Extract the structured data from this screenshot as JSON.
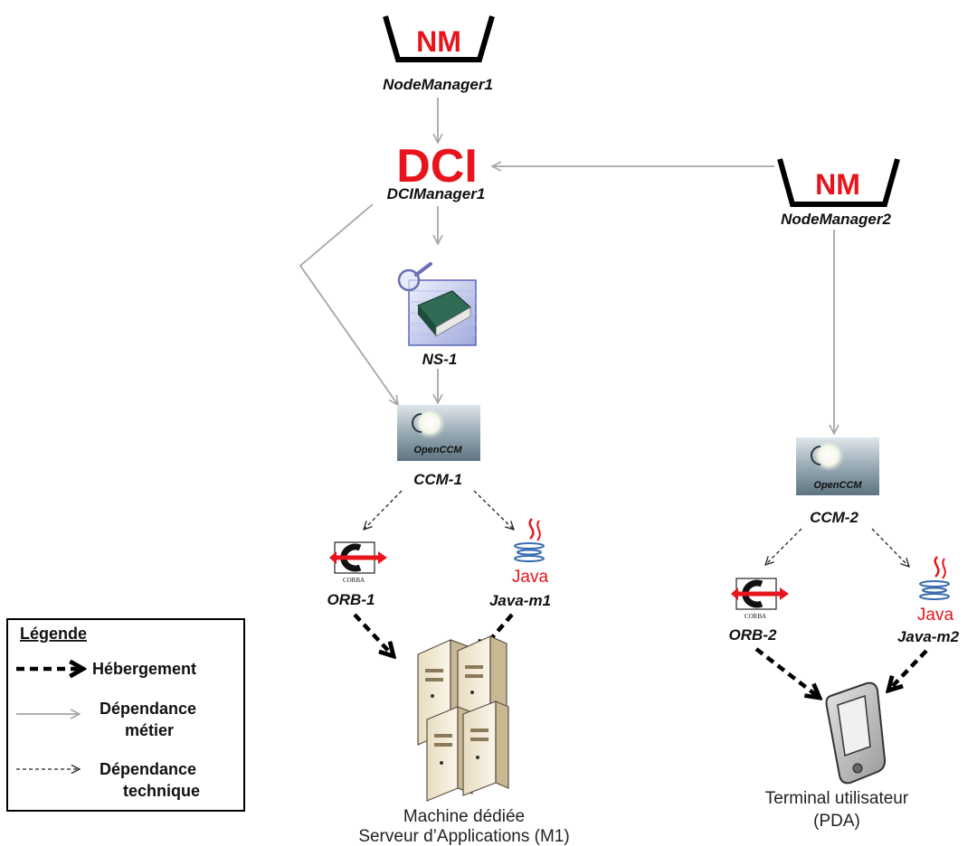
{
  "nodes": {
    "nm1": {
      "badge": "NM",
      "label": "NodeManager1"
    },
    "dci": {
      "badge": "DCI",
      "label": "DCIManager1"
    },
    "nm2": {
      "badge": "NM",
      "label": "NodeManager2"
    },
    "ns1": {
      "label": "NS-1"
    },
    "ccm1": {
      "badge": "OpenCCM",
      "label": "CCM-1"
    },
    "ccm2": {
      "badge": "OpenCCM",
      "label": "CCM-2"
    },
    "orb1": {
      "badge": "CORBA",
      "label": "ORB-1"
    },
    "orb2": {
      "badge": "CORBA",
      "label": "ORB-2"
    },
    "java1": {
      "badge": "Java",
      "label": "Java-m1"
    },
    "java2": {
      "badge": "Java",
      "label": "Java-m2"
    }
  },
  "hosts": {
    "m1": {
      "line1": "Machine dédiée",
      "line2": "Serveur d’Applications (M1)"
    },
    "pda": {
      "line1": "Terminal utilisateur",
      "line2": "(PDA)"
    }
  },
  "legend": {
    "title": "Légende",
    "hosting": "Hébergement",
    "business_line1": "Dépendance",
    "business_line2": "métier",
    "technical_line1": "Dépendance",
    "technical_line2": "technique"
  },
  "colors": {
    "brand_red": "#e8141b",
    "business_arrow": "#a6a6a6",
    "hosting_arrow": "#000000"
  }
}
